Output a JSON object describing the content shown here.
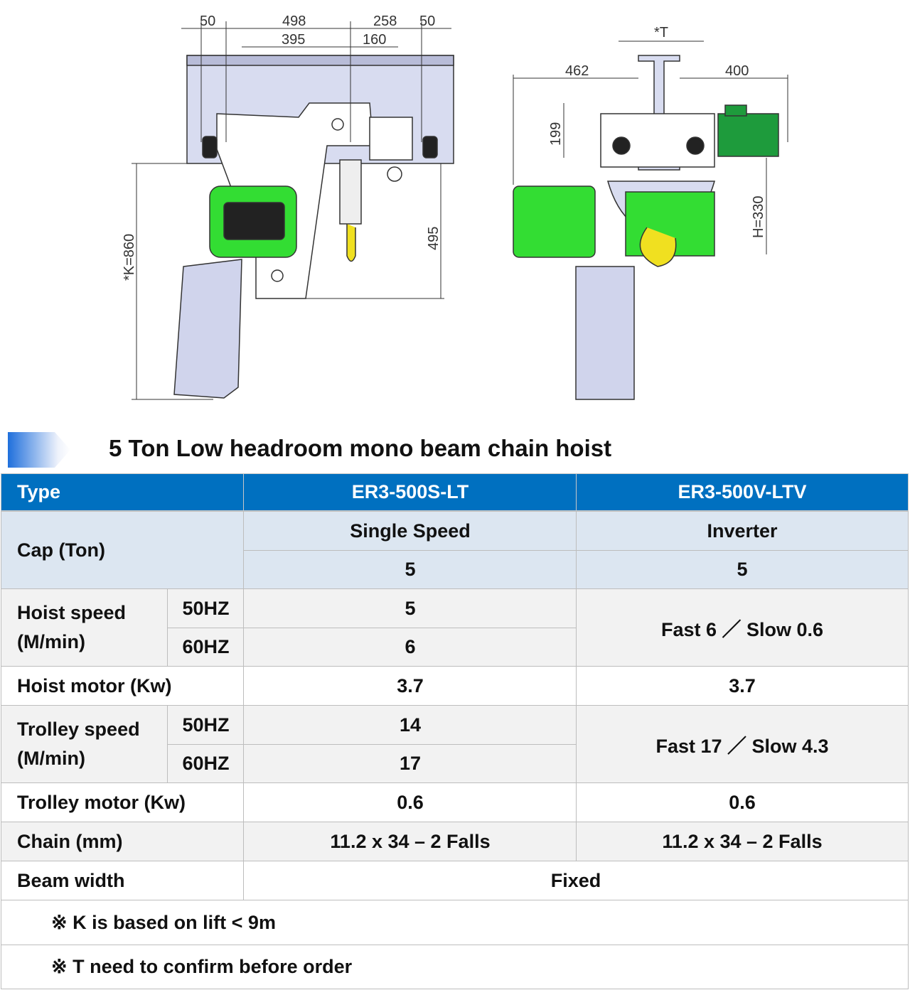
{
  "drawing": {
    "front_dims": {
      "d1": "50",
      "d2": "498",
      "d3": "258",
      "d4": "50",
      "d5": "395",
      "d6": "160",
      "k": "*K=860",
      "h495": "495"
    },
    "side_dims": {
      "t": "*T",
      "left": "462",
      "right": "400",
      "h199": "199",
      "h": "H=330"
    }
  },
  "title": "5 Ton Low headroom mono beam chain hoist",
  "colors": {
    "header": "#0070c0",
    "cap_bg": "#dce6f1",
    "alt_bg": "#f2f2f2",
    "hoist_green": "#33dd33"
  },
  "table": {
    "header": {
      "type": "Type",
      "col1": "ER3-500S-LT",
      "col2": "ER3-500V-LTV"
    },
    "cap": {
      "label": "Cap (Ton)",
      "mode1": "Single Speed",
      "mode2": "Inverter",
      "val1": "5",
      "val2": "5"
    },
    "hoist_speed": {
      "label1": "Hoist speed",
      "label2": "(M/min)",
      "hz50": "50HZ",
      "hz60": "60HZ",
      "v50": "5",
      "v60": "6",
      "inverter": "Fast 6 ／ Slow 0.6"
    },
    "hoist_motor": {
      "label": "Hoist motor (Kw)",
      "v1": "3.7",
      "v2": "3.7"
    },
    "trolley_speed": {
      "label1": "Trolley speed",
      "label2": "(M/min)",
      "hz50": "50HZ",
      "hz60": "60HZ",
      "v50": "14",
      "v60": "17",
      "inverter": "Fast 17 ／ Slow 4.3"
    },
    "trolley_motor": {
      "label": "Trolley motor (Kw)",
      "v1": "0.6",
      "v2": "0.6"
    },
    "chain": {
      "label": "Chain (mm)",
      "v1": "11.2 x 34 – 2 Falls",
      "v2": "11.2 x 34 – 2 Falls"
    },
    "beam": {
      "label": "Beam width",
      "value": "Fixed"
    },
    "notes": [
      "※ K is based on lift < 9m",
      "※ T need to confirm before order"
    ]
  }
}
